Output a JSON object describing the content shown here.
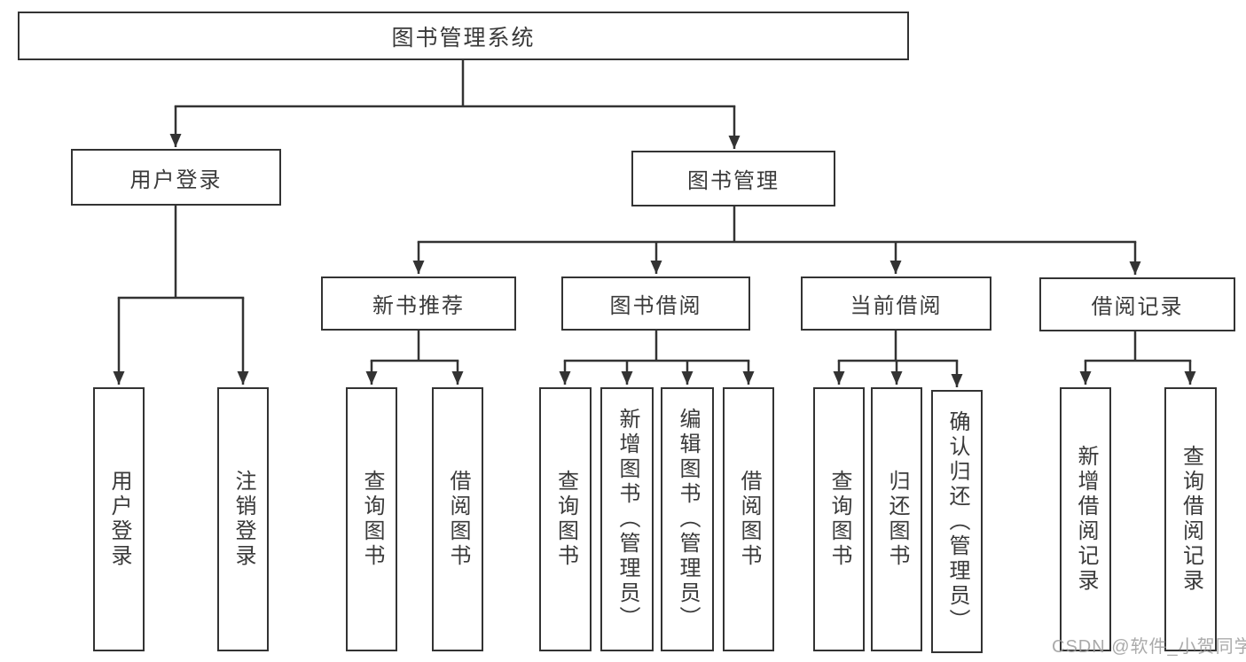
{
  "diagram": {
    "root": "图书管理系统",
    "level2": {
      "user_login": "用户登录",
      "book_management": "图书管理"
    },
    "level3": {
      "new_book_recommend": "新书推荐",
      "book_borrow": "图书借阅",
      "current_borrow": "当前借阅",
      "borrow_records": "借阅记录"
    },
    "leaves": {
      "user_login": "用户登录",
      "logout": "注销登录",
      "recommend_query_books": "查询图书",
      "recommend_borrow_books": "借阅图书",
      "borrow_query_books": "查询图书",
      "borrow_add_books_admin": "新增图书（管理员）",
      "borrow_edit_books_admin": "编辑图书（管理员）",
      "borrow_borrow_books": "借阅图书",
      "current_query_books": "查询图书",
      "current_return_books": "归还图书",
      "current_confirm_return_admin": "确认归还（管理员）",
      "records_add_record": "新增借阅记录",
      "records_query_record": "查询借阅记录"
    }
  },
  "watermark": "CSDN @软件_小贺同学",
  "colors": {
    "line": "#333333",
    "text": "#3a3a3a",
    "background": "#ffffff",
    "watermark": "#9b9b9b"
  }
}
